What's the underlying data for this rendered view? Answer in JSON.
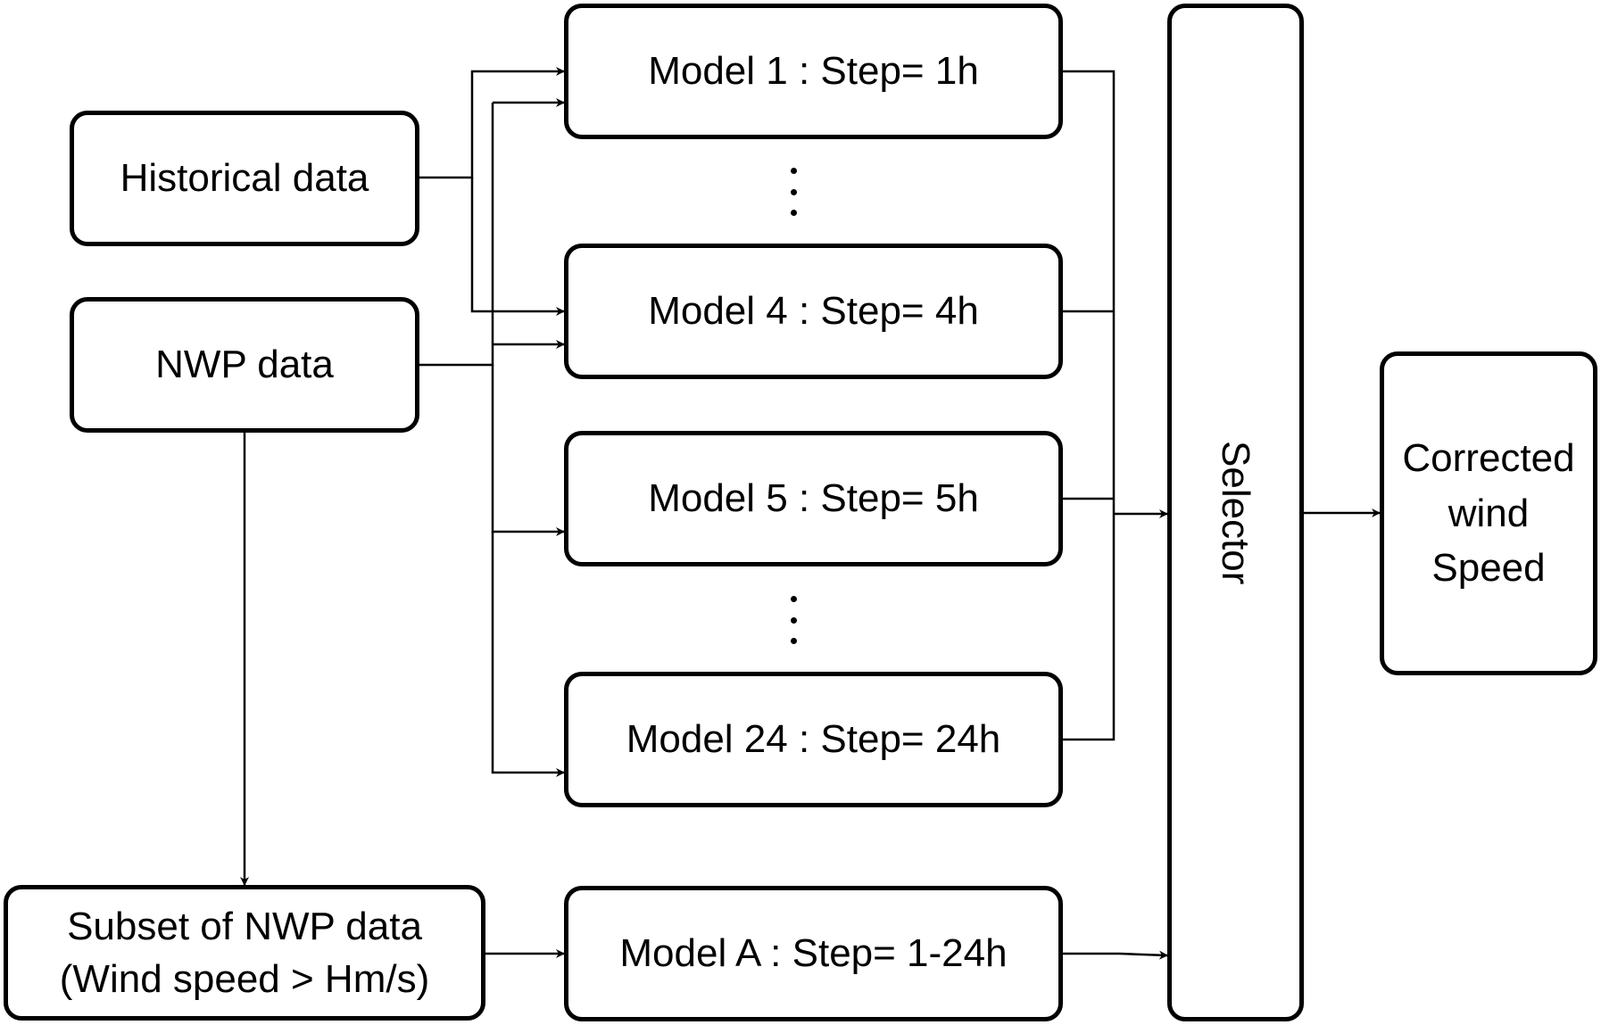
{
  "nodes": {
    "historical": "Historical data",
    "nwp": "NWP data",
    "subset_line1": "Subset of NWP data",
    "subset_line2": "(Wind speed > Hm/s)",
    "model1": "Model 1 : Step= 1h",
    "model4": "Model 4 : Step= 4h",
    "model5": "Model 5 : Step= 5h",
    "model24": "Model 24 : Step= 24h",
    "modelA": "Model A : Step= 1-24h",
    "selector": "Selector",
    "output_line1": "Corrected",
    "output_line2": "wind",
    "output_line3": "Speed"
  }
}
